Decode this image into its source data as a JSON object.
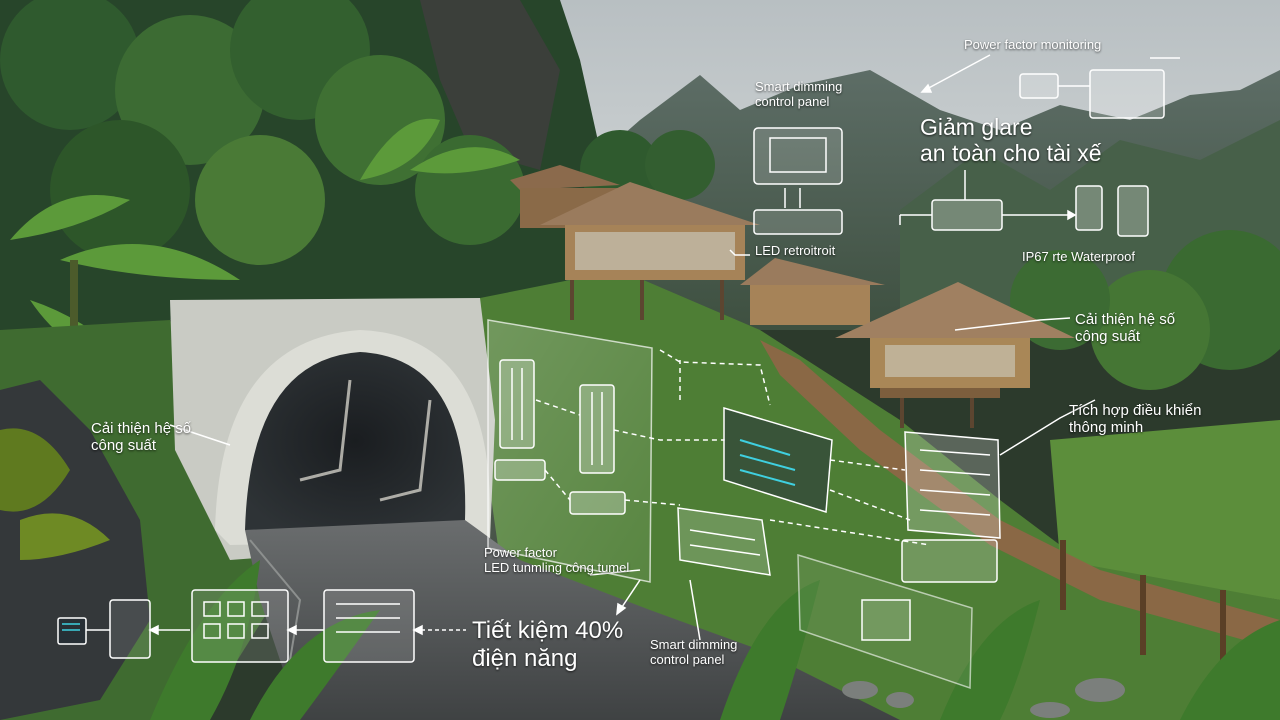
{
  "labels": {
    "power_factor_monitoring": "Power factor monitoring",
    "smart_dimming_top": [
      "Smart dimming",
      "control panel"
    ],
    "giam_glare": [
      "Giảm glare",
      "an toàn cho tài xế"
    ],
    "led_retrofit": "LED retroitroit",
    "ip67": "IP67 rte Waterproof",
    "cai_thien_right": [
      "Cải thiện hệ số",
      "công suất"
    ],
    "tich_hop": [
      "Tích hợp điều khiển",
      "thông minh"
    ],
    "cai_thien_left": [
      "Cải thiện hệ số",
      "công suất"
    ],
    "power_factor_bottom": [
      "Power factor",
      "LED tunmling công tumel"
    ],
    "tiet_kiem": [
      "Tiết kiệm 40%",
      "điện năng"
    ],
    "smart_dimming_bottom": [
      "Smart dimming",
      "control panel"
    ]
  },
  "colors": {
    "sky": "#c7cdd0",
    "mountain": "#5f6f66",
    "jungle_dark": "#1f3a22",
    "jungle_mid": "#3f6b34",
    "grass": "#6f9a3b",
    "tunnel_concrete": "#cfd1cb",
    "road": "#5b5d5e",
    "wood": "#8a6845",
    "roof": "#9a7b5d",
    "overlay_line": "#ffffff"
  }
}
